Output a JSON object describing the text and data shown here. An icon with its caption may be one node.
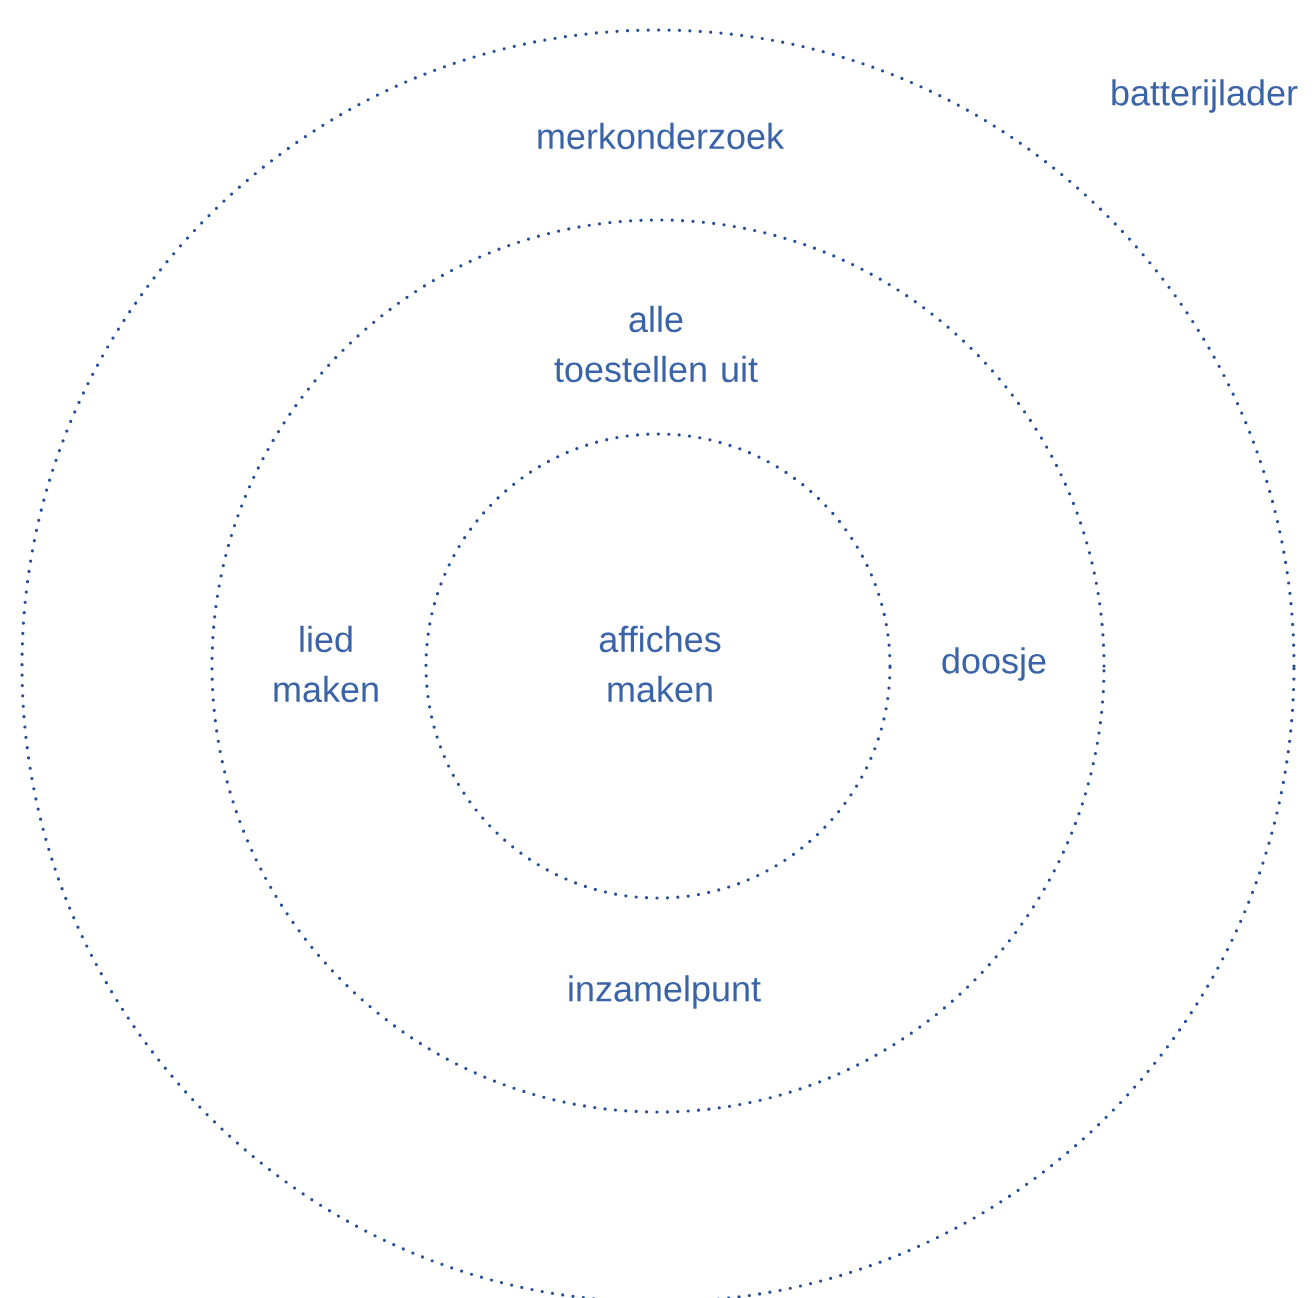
{
  "diagram": {
    "nodes": [
      {
        "text": [
          "merkonderzoek"
        ]
      },
      {
        "text": [
          "alle toestellen uit",
          "lied maken",
          "doosje",
          "inzamelpunt"
        ],
        "in": 0
      },
      {
        "text": [
          "affiches maken"
        ],
        "in": 1
      }
    ],
    "labels": [
      "batterijlader"
    ]
  }
}
